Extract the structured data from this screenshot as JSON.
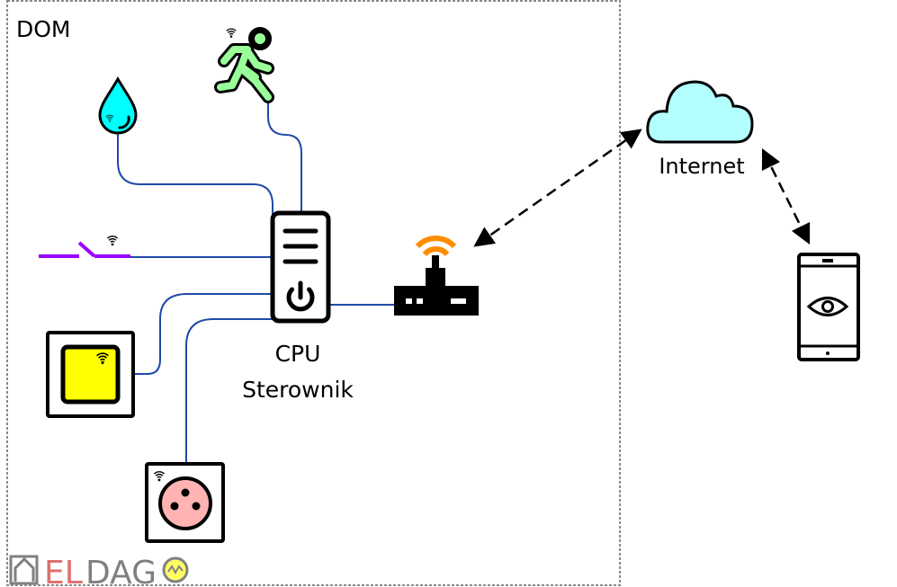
{
  "diagram": {
    "title": "DOM",
    "controller": {
      "line1": "CPU",
      "line2": "Sterownik"
    },
    "cloud_label": "Internet",
    "logo": {
      "part1": "EL",
      "part2": "DAG"
    },
    "colors": {
      "wire": "#1f4aa8",
      "drop": "#00ffff",
      "runner": "#99ff99",
      "switch": "#9900ff",
      "panel": "#ffff00",
      "socket": "#ffb3b3",
      "router_wifi": "#ff8c00",
      "cloud": "#b3ffff",
      "logo_red": "#e07070",
      "logo_gray": "#808080",
      "logo_yellow": "#ffff66"
    },
    "devices": [
      {
        "id": "water-sensor",
        "kind": "water drop sensor",
        "wireless": true
      },
      {
        "id": "motion-sensor",
        "kind": "running person / motion",
        "wireless": true
      },
      {
        "id": "wireless-switch",
        "kind": "switch contact",
        "wireless": true
      },
      {
        "id": "wall-panel",
        "kind": "yellow wall panel",
        "wireless": true
      },
      {
        "id": "power-socket",
        "kind": "power socket",
        "wireless": true
      },
      {
        "id": "router",
        "kind": "wifi router",
        "wireless": true
      },
      {
        "id": "cloud",
        "kind": "internet cloud",
        "wireless": false
      },
      {
        "id": "smartphone",
        "kind": "phone with eye (monitoring)",
        "wireless": false
      }
    ]
  }
}
